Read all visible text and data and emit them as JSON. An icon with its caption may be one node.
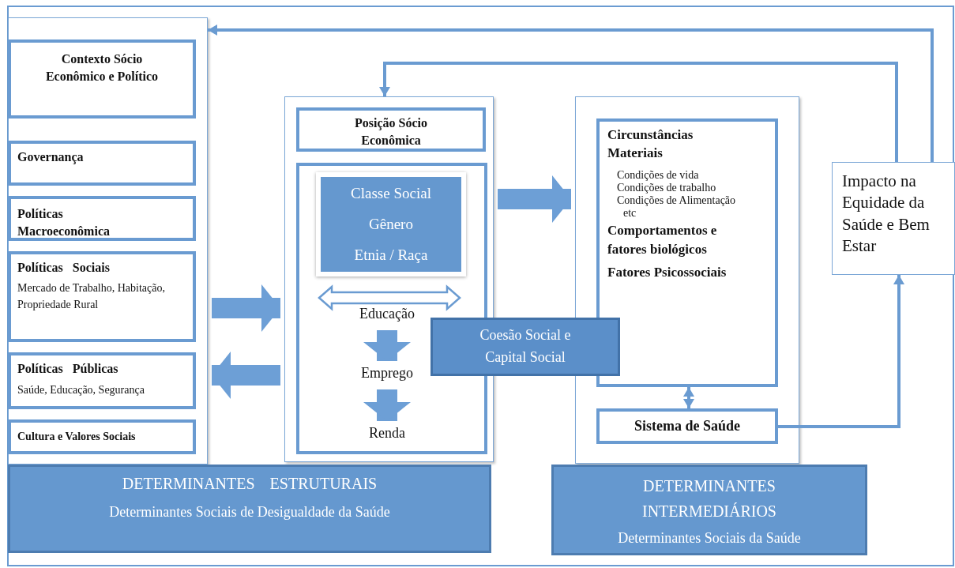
{
  "diagram": {
    "nodes": [
      {
        "text": [],
        "shape": "box"
      },
      {
        "text": [
          "Contexto Sócio Econômico e Político"
        ],
        "in": 0
      },
      {
        "text": [
          "Governança"
        ],
        "in": 0
      },
      {
        "text": [
          "Políticas Macroeconômica"
        ],
        "in": 0
      },
      {
        "text": [
          "Políticas Sociais",
          "Mercado de Trabalho, Habitação, Propriedade Rural"
        ],
        "in": 0
      },
      {
        "text": [
          "Políticas Públicas",
          "Saúde, Educação, Segurança"
        ],
        "in": 0
      },
      {
        "text": [
          "Cultura e Valores Sociais"
        ],
        "in": 0
      },
      {
        "text": [],
        "shape": "box"
      },
      {
        "text": [
          "Posição Sócio Econômica"
        ],
        "in": 7
      },
      {
        "text": [],
        "shape": "box",
        "in": 7
      },
      {
        "text": [
          "Classe Social",
          "Gênero",
          "Etnia / Raça"
        ],
        "in": 9
      },
      {
        "text": [
          "Educação"
        ],
        "in": 9
      },
      {
        "text": [
          "Emprego"
        ],
        "in": 9
      },
      {
        "text": [
          "Renda"
        ],
        "in": 9
      },
      {
        "text": [
          "Coesão Social e Capital Social"
        ]
      },
      {
        "text": [],
        "shape": "box"
      },
      {
        "text": [
          "Circunstâncias Materiais",
          "Condições de vida",
          "Condições de trabalho",
          "Condições de Alimentação",
          "etc",
          "Comportamentos e fatores biológicos",
          "Fatores Psicossociais"
        ],
        "in": 15
      },
      {
        "text": [
          "Sistema de Saúde"
        ],
        "in": 15
      },
      {
        "text": [
          "Impacto na Equidade da Saúde e Bem Estar"
        ]
      },
      {
        "text": [
          "DETERMINANTES ESTRUTURAIS",
          "Determinantes Sociais de Desigualdade da Saúde"
        ]
      },
      {
        "text": [
          "DETERMINANTES INTERMEDIÁRIOS",
          "Determinantes Sociais da Saúde"
        ]
      }
    ],
    "edges": [
      {
        "from": 18,
        "to": 0,
        "arrow": "to"
      },
      {
        "from": 18,
        "to": 7,
        "arrow": "to"
      },
      {
        "from": 17,
        "to": 18,
        "arrow": "to"
      },
      {
        "from": 16,
        "to": 17,
        "arrow": "both"
      },
      {
        "from": 0,
        "to": 7,
        "arrow": "to"
      },
      {
        "from": 7,
        "to": 0,
        "arrow": "to"
      },
      {
        "from": 7,
        "to": 15,
        "arrow": "to"
      },
      {
        "from": 11,
        "to": 12,
        "arrow": "to"
      },
      {
        "from": 12,
        "to": 13,
        "arrow": "to"
      }
    ]
  }
}
